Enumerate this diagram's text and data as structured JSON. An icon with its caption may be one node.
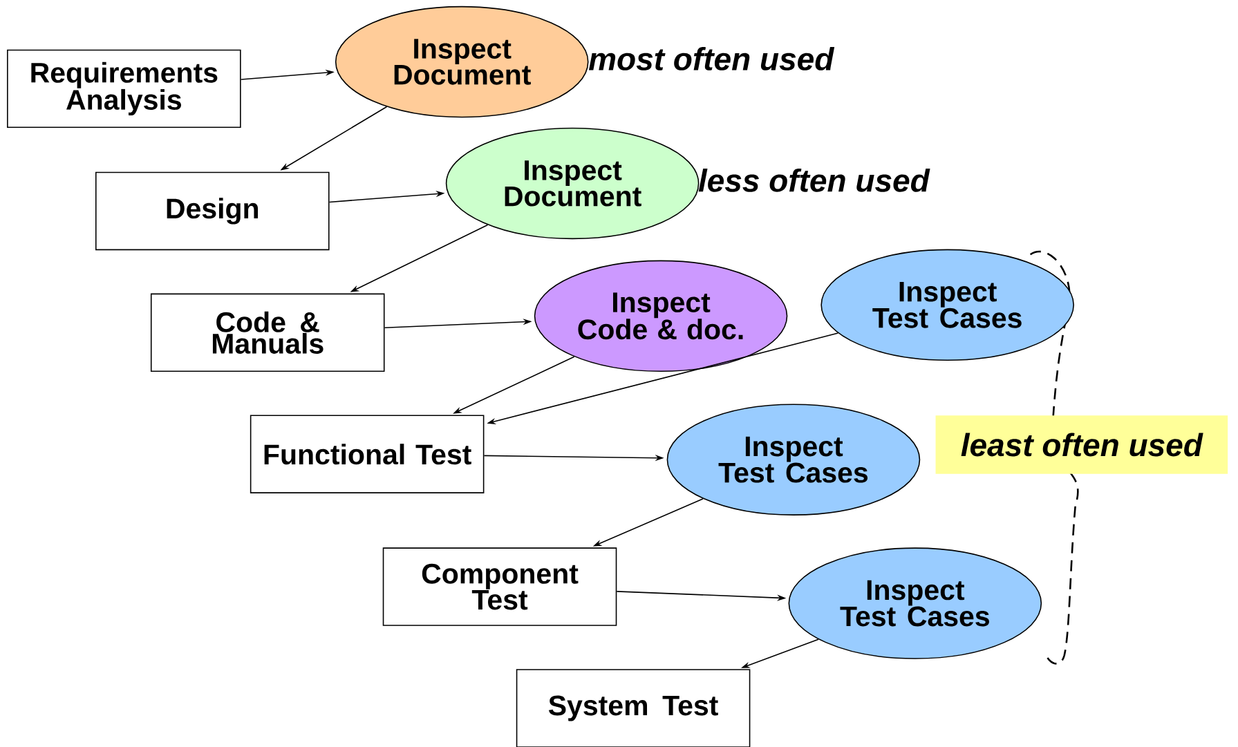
{
  "diagram": {
    "nodes": [
      {
        "text": [
          "Requirements Analysis"
        ]
      },
      {
        "text": [
          "Inspect Document"
        ],
        "beside": [
          "most often used"
        ]
      },
      {
        "text": [
          "Design"
        ]
      },
      {
        "text": [
          "Inspect Document"
        ],
        "beside": [
          "less often used"
        ]
      },
      {
        "text": [
          "Code & Manuals"
        ]
      },
      {
        "text": [
          "Inspect Code & doc."
        ]
      },
      {
        "text": [
          "Inspect Test Cases"
        ]
      },
      {
        "text": [
          "Functional Test"
        ]
      },
      {
        "text": [
          "Inspect Test Cases"
        ]
      },
      {
        "text": [
          "Component Test"
        ]
      },
      {
        "text": [
          "Inspect Test Cases"
        ]
      },
      {
        "text": [
          "System Test"
        ]
      },
      {
        "text": [
          "least often used"
        ]
      }
    ],
    "edges": [
      {
        "from": 0,
        "to": 1,
        "arrow": "to"
      },
      {
        "from": 1,
        "to": 2,
        "arrow": "to"
      },
      {
        "from": 2,
        "to": 3,
        "arrow": "to"
      },
      {
        "from": 3,
        "to": 4,
        "arrow": "to"
      },
      {
        "from": 4,
        "to": 5,
        "arrow": "to"
      },
      {
        "from": 5,
        "to": 7,
        "arrow": "to"
      },
      {
        "from": 6,
        "to": 7,
        "arrow": "to"
      },
      {
        "from": 7,
        "to": 8,
        "arrow": "to"
      },
      {
        "from": 8,
        "to": 9,
        "arrow": "to"
      },
      {
        "from": 9,
        "to": 10,
        "arrow": "to"
      },
      {
        "from": 10,
        "to": 11,
        "arrow": "to"
      }
    ]
  }
}
